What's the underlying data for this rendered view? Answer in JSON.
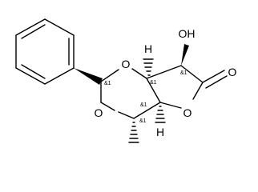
{
  "atoms": {
    "oxygen_ring_upper": "O",
    "oxygen_ring_lower": "O",
    "oxygen_lactone_ring": "O",
    "oxygen_carbonyl": "O",
    "hydroxyl": "OH",
    "hydrogen_upper": "H",
    "hydrogen_lower": "H"
  },
  "stereo": {
    "acetal_carbon": "&1",
    "ring_fusion_upper": "&1",
    "hydroxyl_carbon": "&1",
    "ring_fusion_lower": "&1",
    "methyl_carbon": "&1"
  },
  "colors": {
    "bond": "#000000",
    "background": "#ffffff"
  }
}
